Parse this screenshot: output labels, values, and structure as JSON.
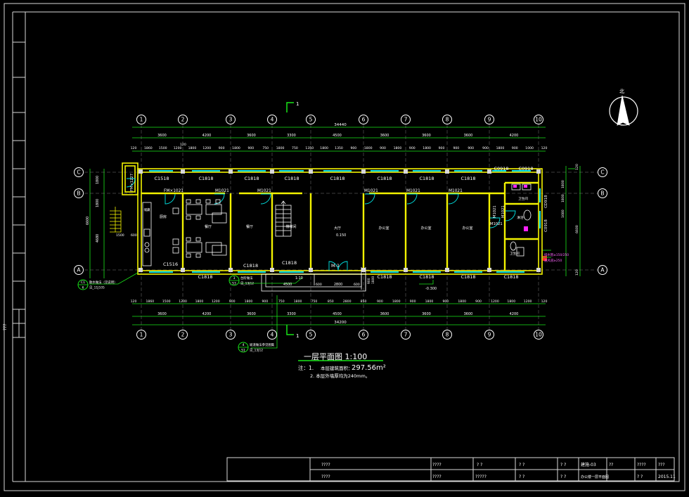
{
  "north_label": "北",
  "section_mark": "1",
  "grid_axes": {
    "columns": [
      "1",
      "2",
      "3",
      "4",
      "5",
      "6",
      "7",
      "8",
      "9",
      "10"
    ],
    "rows": [
      "C",
      "B",
      "A"
    ]
  },
  "dimensions": {
    "overall_top": "34440",
    "overall_bottom": "34200",
    "bays": [
      "3600",
      "4200",
      "3600",
      "3300",
      "4500",
      "3600",
      "3600",
      "3600",
      "4200"
    ],
    "top_detail": [
      "120",
      "1860",
      "1500",
      "1200",
      "1800",
      "1200",
      "900",
      "1800",
      "900",
      "750",
      "1800",
      "750",
      "1350",
      "1800",
      "1350",
      "900",
      "1800",
      "900",
      "1800",
      "900",
      "1800",
      "900",
      "900",
      "900",
      "900",
      "1800",
      "900",
      "1000",
      "120"
    ],
    "bottom_detail": [
      "120",
      "1860",
      "1500",
      "1200",
      "1800",
      "1200",
      "900",
      "1800",
      "900",
      "750",
      "1800",
      "750",
      "850",
      "2800",
      "850",
      "900",
      "1800",
      "900",
      "1800",
      "900",
      "1800",
      "900",
      "1200",
      "1800",
      "1200",
      "120"
    ],
    "side_left": [
      "1800",
      "1800",
      "4680",
      "6600"
    ],
    "side_right": [
      "120",
      "1800",
      "1800",
      "1680",
      "6600",
      "120"
    ],
    "misc": [
      "120",
      "1500",
      "600",
      "4500",
      "1:10",
      "2800",
      "600",
      "600",
      "900",
      "1800"
    ]
  },
  "windows": {
    "c1518": "C1518",
    "c1818": "C1818",
    "c1516": "C1516",
    "c0918": "C0918",
    "cd918": "CD918"
  },
  "doors": {
    "m1021": "M1021",
    "fm1021": "FM×1021",
    "m1": "M-1",
    "fm1227": "FM×1227"
  },
  "rooms": {
    "kitchen": "厨房",
    "restaurant": "餐厅",
    "dining": "餐厅",
    "stair": "楼梯间",
    "hall": "大厅",
    "office1": "办公室",
    "office2": "办公室",
    "office3": "办公室",
    "toilet": "卫生间",
    "shower": "淋浴",
    "misc_room": "卫生间",
    "storage": "储藏"
  },
  "levels": {
    "hall": "0.150",
    "outside": "-0.300"
  },
  "callouts": [
    {
      "num": "C1",
      "sheet": "6",
      "text": "散水做法（见说明）",
      "ref": "见_11J105"
    },
    {
      "num": "3",
      "sheet": "S3",
      "text": "台阶做法",
      "ref": "见_13J12"
    },
    {
      "num": "4",
      "sheet": "S1",
      "text": "坡道做法参见图集",
      "ref": "见_13J12"
    }
  ],
  "toilet_notes": [
    "排水管≥150/250",
    "通风道≥250"
  ],
  "title": "一层平面图 1:100",
  "notes": {
    "prefix": "注：1.",
    "line1_text": "本层建筑面积：",
    "line1_value": "297.56m²",
    "line2": "2. 本层外墙厚均为240mm。"
  },
  "title_block": {
    "r1": [
      "????",
      "????",
      "? ?",
      "? ?",
      "? ?",
      "建施-03",
      "??",
      "????",
      "???"
    ],
    "r2": [
      "????",
      "????",
      "?????",
      "? ?",
      "? ?",
      "办公楼一层平面图",
      "? ?",
      "2015.11"
    ]
  },
  "margin_label": "???"
}
